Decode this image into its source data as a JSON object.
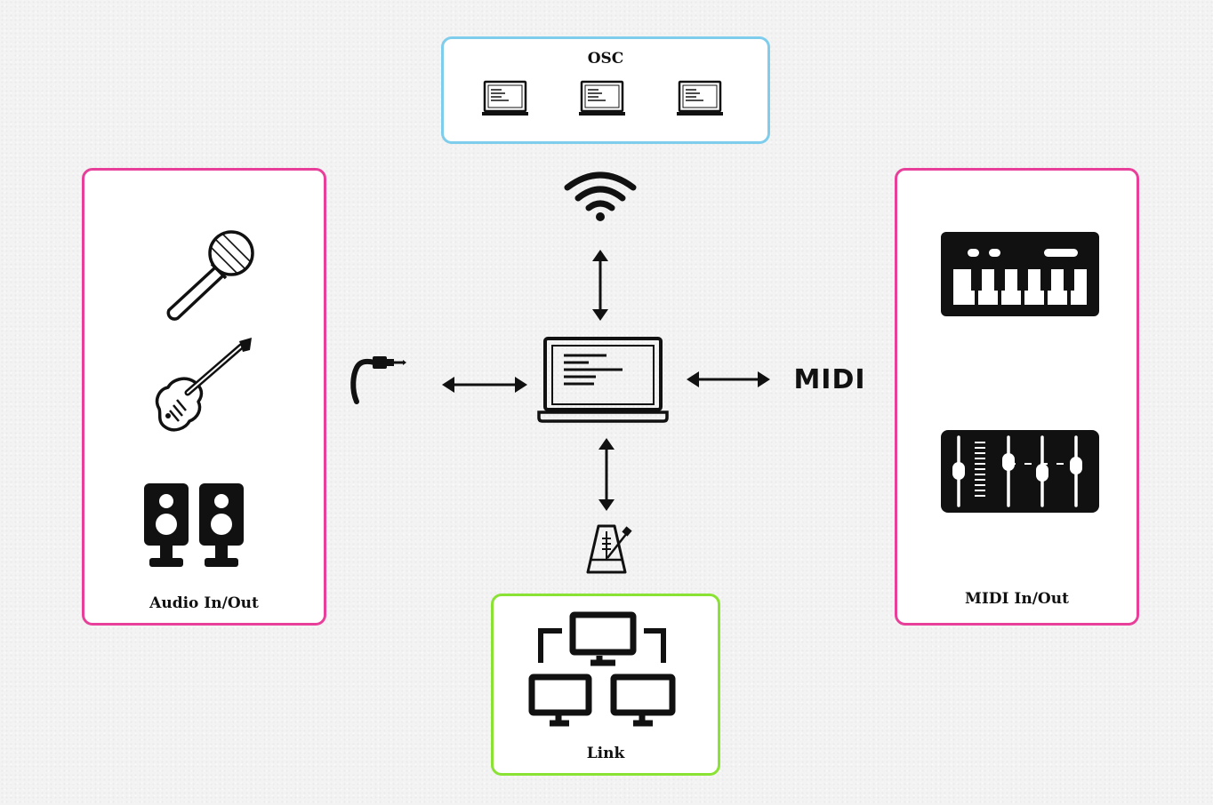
{
  "colors": {
    "audio_border": "#e8409a",
    "midi_border": "#e8409a",
    "osc_border": "#7fcdec",
    "link_border": "#8ae234"
  },
  "boxes": {
    "audio": {
      "label": "Audio In/Out",
      "icons": [
        "microphone-icon",
        "electric-guitar-icon",
        "speakers-icon"
      ]
    },
    "midi": {
      "label": "MIDI In/Out",
      "icons": [
        "keyboard-icon",
        "mixer-faders-icon"
      ]
    },
    "osc": {
      "label": "OSC",
      "icons": [
        "laptop-icon",
        "laptop-icon",
        "laptop-icon"
      ]
    },
    "link": {
      "label": "Link",
      "icons": [
        "networked-computers-icon"
      ]
    }
  },
  "center": {
    "icon": "laptop-icon"
  },
  "connectors": {
    "audio": {
      "icon": "audio-cable-icon"
    },
    "midi": {
      "text": "MIDI"
    },
    "osc": {
      "icon": "wifi-icon"
    },
    "link": {
      "icon": "metronome-icon"
    }
  }
}
